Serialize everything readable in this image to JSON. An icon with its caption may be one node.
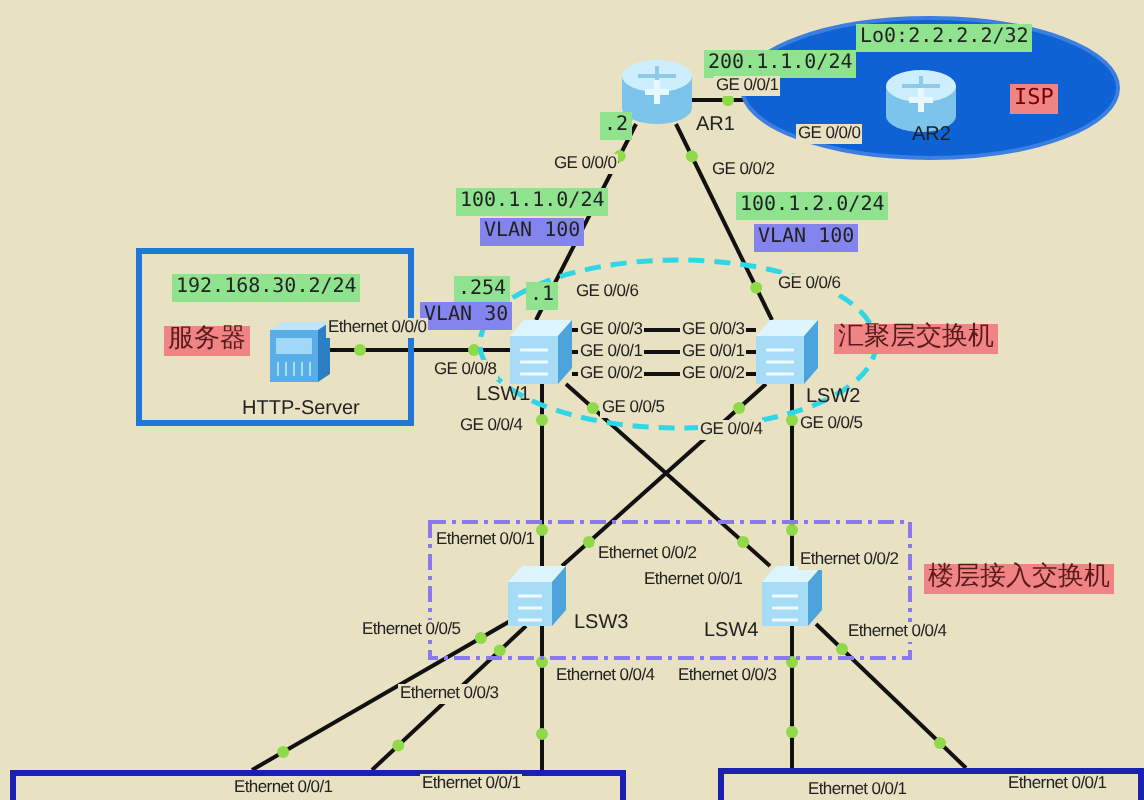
{
  "diagram": {
    "nodes": [
      {
        "text": [
          "ISP"
        ]
      },
      {
        "text": [
          "AR2"
        ],
        "in": 0
      },
      {
        "text": [
          "AR1"
        ]
      },
      {
        "text": [
          "192.168.30.2/24",
          "服务器"
        ]
      },
      {
        "text": [
          "HTTP-Server"
        ],
        "in": 3
      },
      {
        "text": [
          "汇聚层交换机"
        ]
      },
      {
        "text": [
          "LSW1"
        ],
        "in": 5
      },
      {
        "text": [
          "LSW2"
        ],
        "in": 5
      },
      {
        "text": [
          "楼层接入交换机"
        ]
      },
      {
        "text": [
          "LSW3"
        ],
        "in": 8
      },
      {
        "text": [
          "LSW4"
        ],
        "in": 8
      },
      {
        "text": [],
        "shape": "box"
      },
      {
        "text": [],
        "shape": "box"
      }
    ],
    "edges": [
      {
        "from": 2,
        "to": 1,
        "arrow": "none"
      },
      {
        "from": 2,
        "to": 6,
        "arrow": "none"
      },
      {
        "from": 2,
        "to": 7,
        "arrow": "none"
      },
      {
        "from": 4,
        "to": 6,
        "arrow": "none"
      },
      {
        "from": 6,
        "to": 7,
        "arrow": "none"
      },
      {
        "from": 6,
        "to": 7,
        "arrow": "none"
      },
      {
        "from": 6,
        "to": 7,
        "arrow": "none"
      },
      {
        "from": 6,
        "to": 9,
        "arrow": "none"
      },
      {
        "from": 6,
        "to": 10,
        "arrow": "none"
      },
      {
        "from": 7,
        "to": 9,
        "arrow": "none"
      },
      {
        "from": 7,
        "to": 10,
        "arrow": "none"
      },
      {
        "from": 9,
        "to": 11,
        "arrow": "none"
      },
      {
        "from": 9,
        "to": 11,
        "arrow": "none"
      },
      {
        "from": 9,
        "to": 11,
        "arrow": "none"
      },
      {
        "from": 10,
        "to": 12,
        "arrow": "none"
      },
      {
        "from": 10,
        "to": 12,
        "arrow": "none"
      }
    ],
    "labels": [
      "Lo0:2.2.2.2/32",
      "200.1.1.0/24",
      "GE 0/0/1",
      ".2",
      "GE 0/0/0",
      "GE 0/0/0",
      "GE 0/0/2",
      "100.1.1.0/24",
      "VLAN 100",
      "100.1.2.0/24",
      "VLAN 100",
      ".254",
      ".1",
      "GE 0/0/6",
      "GE 0/0/6",
      "VLAN 30",
      "Ethernet 0/0/0",
      "GE 0/0/3",
      "GE 0/0/3",
      "GE 0/0/1",
      "GE 0/0/1",
      "GE 0/0/8",
      "GE 0/0/2",
      "GE 0/0/2",
      "GE 0/0/5",
      "GE 0/0/4",
      "GE 0/0/5",
      "GE 0/0/4",
      "Ethernet 0/0/1",
      "Ethernet 0/0/2",
      "Ethernet 0/0/2",
      "Ethernet 0/0/1",
      "Ethernet 0/0/5",
      "Ethernet 0/0/4",
      "Ethernet 0/0/4",
      "Ethernet 0/0/3",
      "Ethernet 0/0/3",
      "Ethernet 0/0/1",
      "Ethernet 0/0/1",
      "Ethernet 0/0/1",
      "Ethernet 0/0/1"
    ]
  }
}
